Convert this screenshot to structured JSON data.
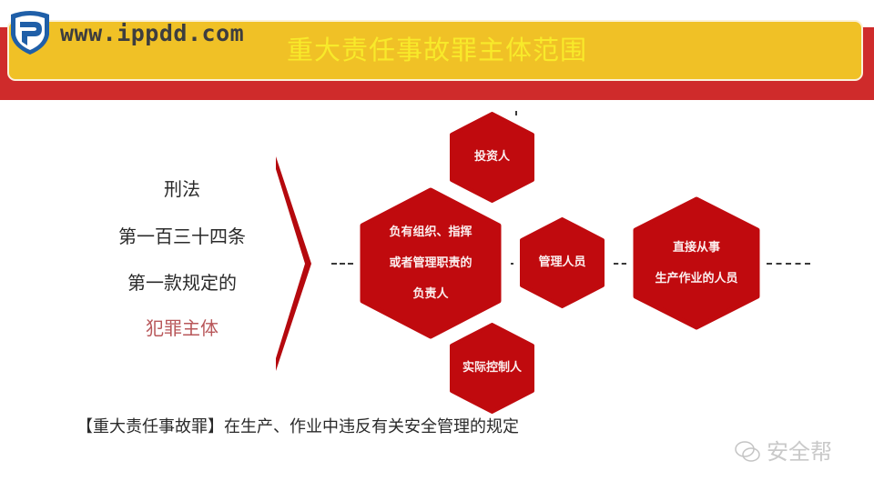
{
  "header": {
    "site_url": "www.ippdd.com",
    "title": "重大责任事故罪主体范围",
    "colors": {
      "band_red": "#cf2b2b",
      "box_yellow": "#f0c126",
      "title_yellow": "#f8ea2a",
      "logo_blue": "#1f5fa8"
    }
  },
  "left_block": {
    "lines": [
      "刑法",
      "第一百三十四条",
      "第一款规定的"
    ],
    "highlight": "犯罪主体"
  },
  "hexagons": {
    "investor": {
      "lines": [
        "投资人"
      ]
    },
    "responsible": {
      "lines": [
        "负有组织、指挥",
        "或者管理职责的",
        "负责人"
      ]
    },
    "manager": {
      "lines": [
        "管理人员"
      ]
    },
    "controller": {
      "lines": [
        "实际控制人"
      ]
    },
    "worker": {
      "lines": [
        "直接从事",
        "生产作业的人员"
      ]
    },
    "fill_color": "#c00a0e"
  },
  "footer": {
    "definition": "【重大责任事故罪】在生产、作业中违反有关安全管理的规定",
    "watermark": "安全帮"
  }
}
